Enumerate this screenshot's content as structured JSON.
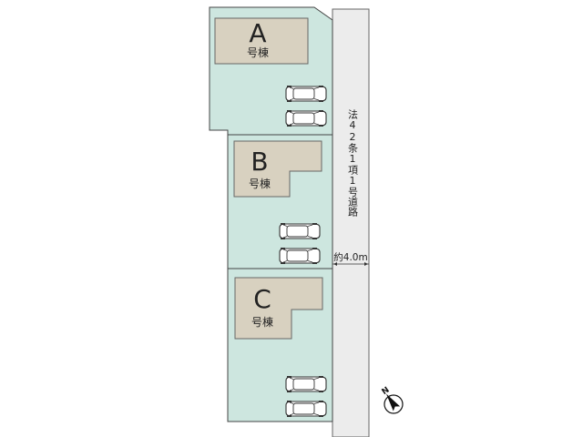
{
  "colors": {
    "lot_fill": "#cde6df",
    "building_fill": "#d8d1c0",
    "road_fill": "#ececec",
    "outline": "#444444"
  },
  "lots": [
    {
      "letter": "A",
      "label": "号棟",
      "parking_spaces": 2
    },
    {
      "letter": "B",
      "label": "号棟",
      "parking_spaces": 2
    },
    {
      "letter": "C",
      "label": "号棟",
      "parking_spaces": 2
    }
  ],
  "road": {
    "label": "法42条1項1号道路",
    "width_label": "約4.0m"
  },
  "compass": {
    "label": "N",
    "icon": "north-arrow-icon"
  }
}
